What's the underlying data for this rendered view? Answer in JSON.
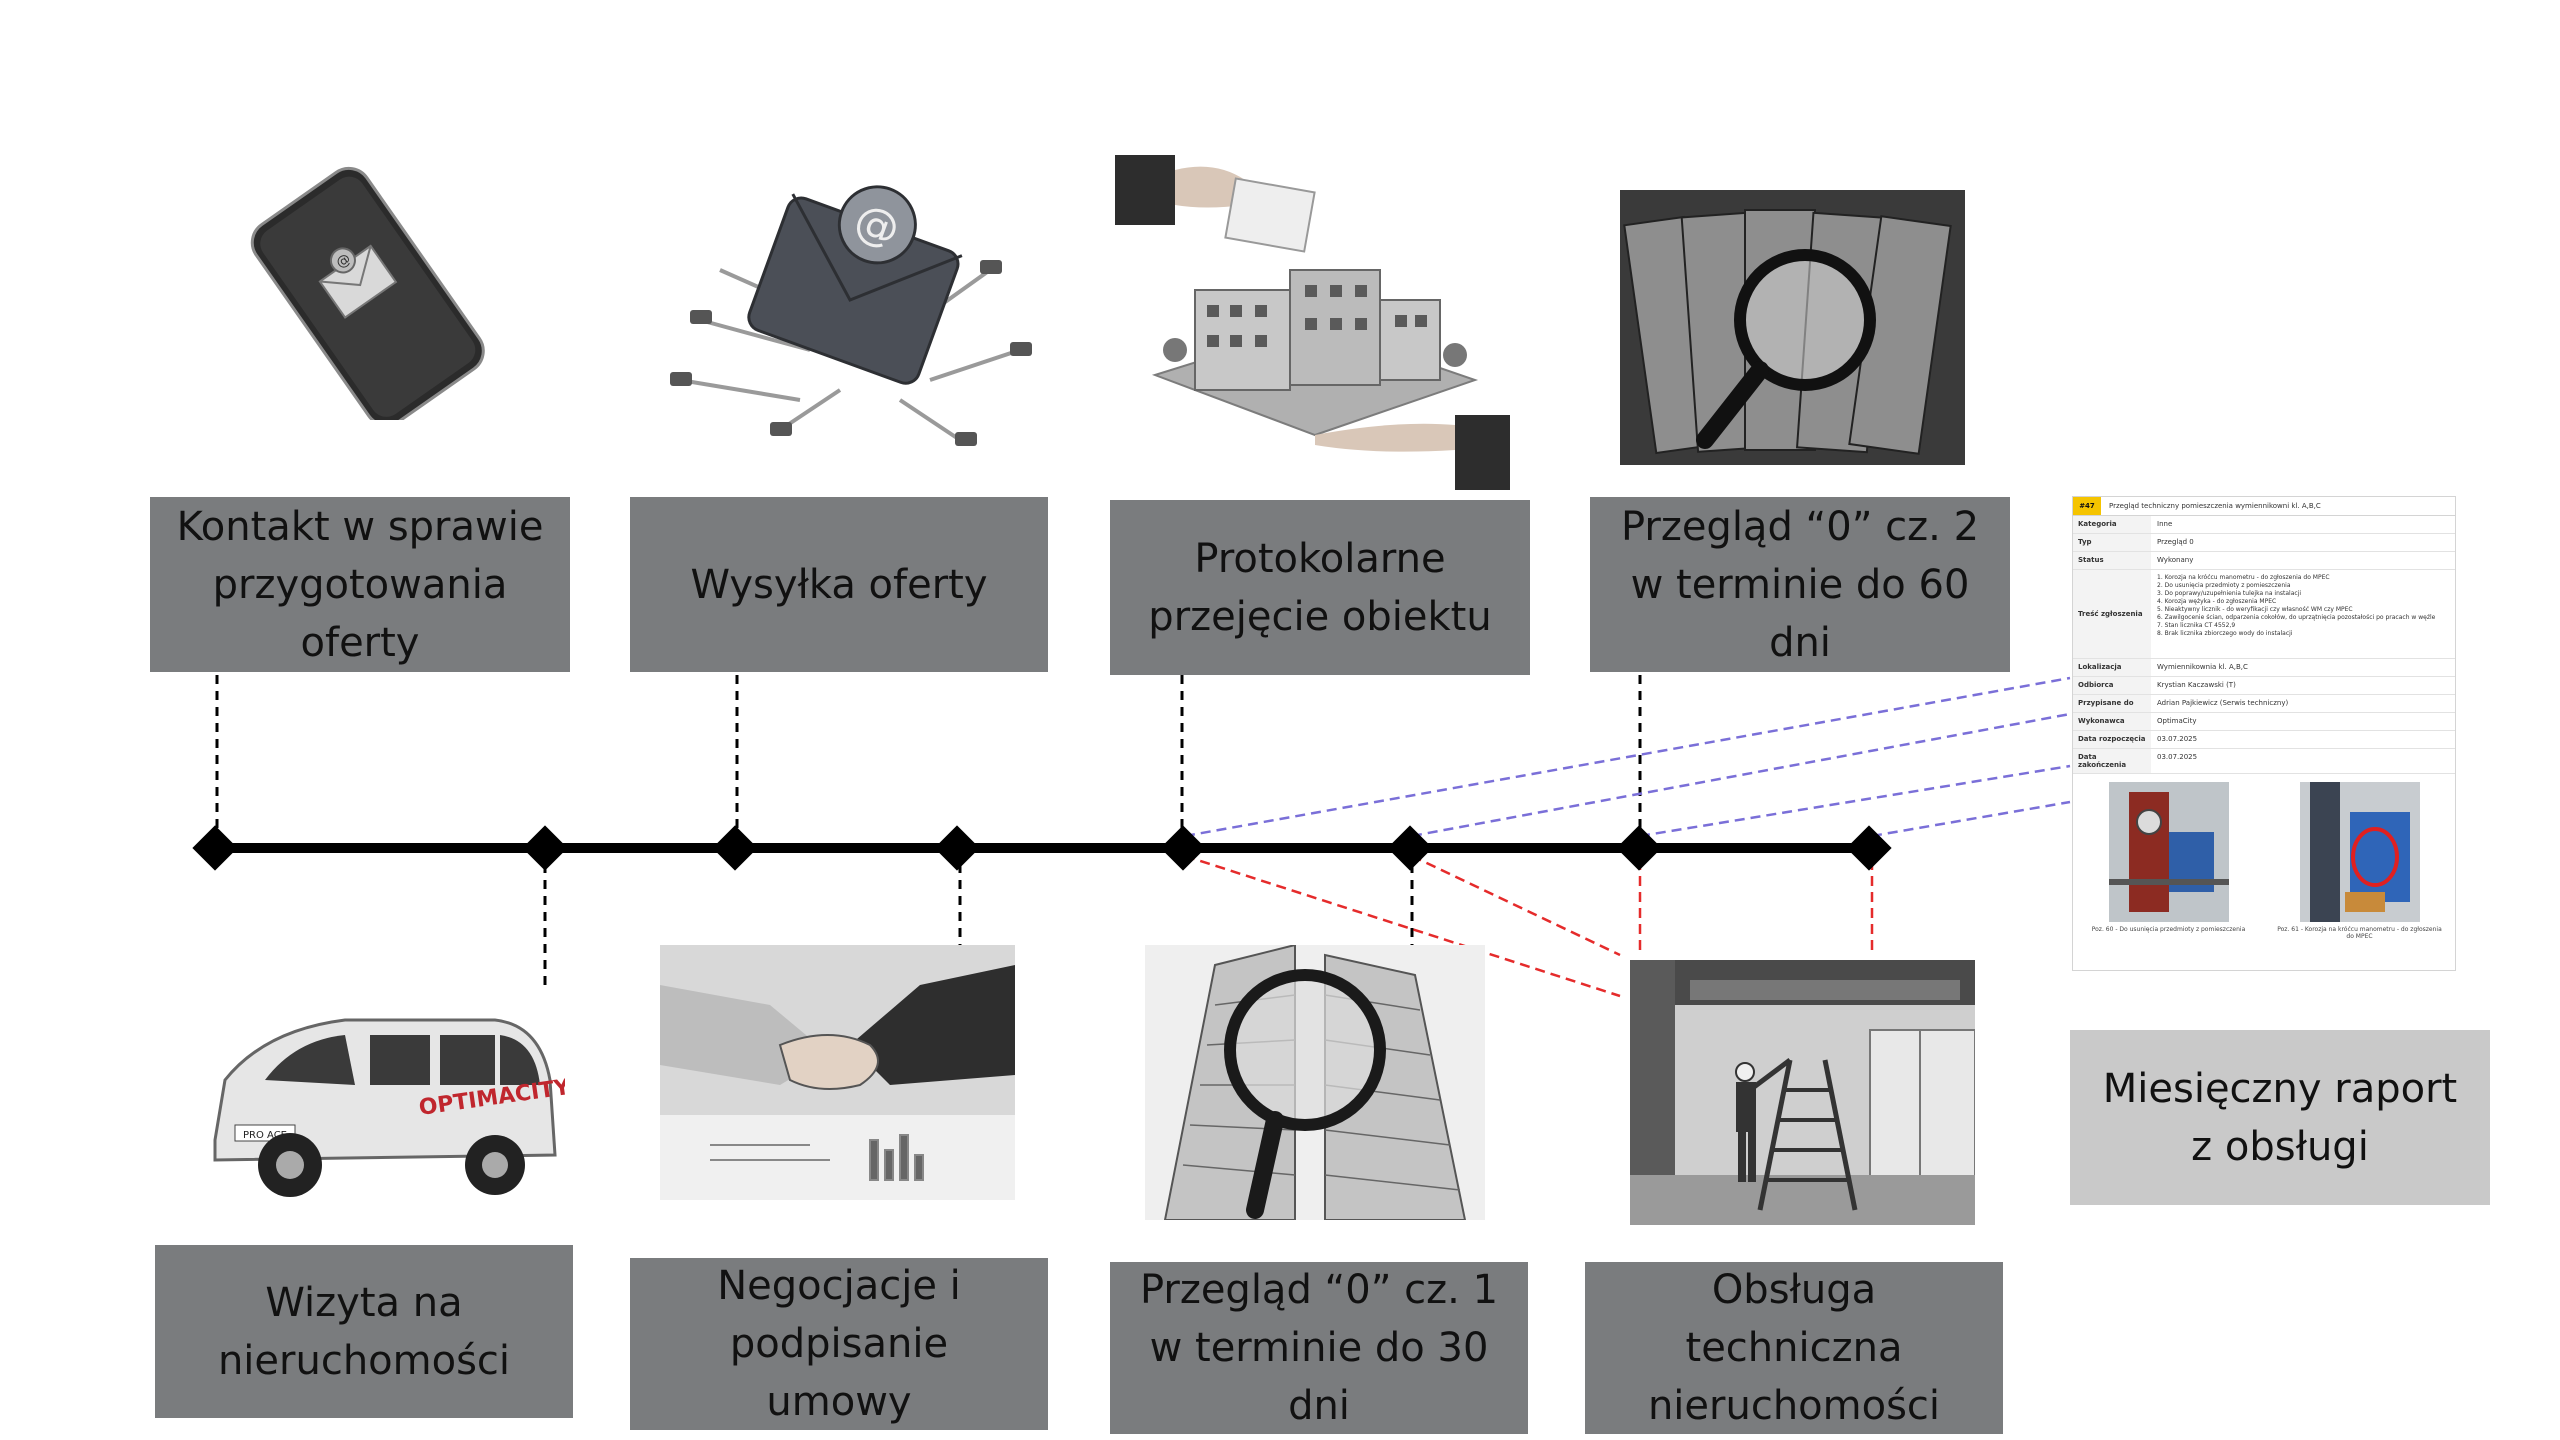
{
  "steps": {
    "kontakt": "Kontakt w sprawie\nprzygotowania\noferty",
    "wysylka": "Wysyłka oferty",
    "protokolarne": "Protokolarne\nprzejęcie obiektu",
    "przeglad2": "Przegląd “0” cz. 2\nw terminie do 60\ndni",
    "wizyta": "Wizyta na\nnieruchomości",
    "negocjacje": "Negocjacje i\npodpisanie\numowy",
    "przeglad1": "Przegląd “0” cz. 1\nw terminie do 30\ndni",
    "obsluga": "Obsługa\ntechniczna\nnieruchomości",
    "raport": "Miesięczny raport\nz obsługi"
  },
  "van": {
    "brand": "OPTIMACITY",
    "model": "PRO ACE"
  },
  "report": {
    "badge": "#47",
    "title": "Przegląd techniczny pomieszczenia wymiennikowni kl. A,B,C",
    "rows": [
      {
        "key": "Kategoria",
        "value": "Inne"
      },
      {
        "key": "Typ",
        "value": "Przegląd 0"
      },
      {
        "key": "Status",
        "value": "Wykonany"
      },
      {
        "key": "Treść zgłoszenia",
        "value": "1. Korozja na króćcu manometru - do zgłoszenia do MPEC\n2. Do usunięcia przedmioty z pomieszczenia\n3. Do poprawy/uzupełnienia tulejka na instalacji\n4. Korozja wężyka - do zgłoszenia MPEC\n5. Nieaktywny licznik - do weryfikacji czy własność WM czy MPEC\n6. Zawilgocenie ścian, odparzenia cokołów, do uprzątnięcia pozostałości po pracach w węźle\n7. Stan licznika CT 4552,9\n8. Brak licznika zbiorczego wody do instalacji"
      },
      {
        "key": "Lokalizacja",
        "value": "Wymiennikownia kl. A,B,C"
      },
      {
        "key": "Odbiorca",
        "value": "Krystian Kaczawski (T)"
      },
      {
        "key": "Przypisane do",
        "value": "Adrian Pajkiewicz (Serwis techniczny)"
      },
      {
        "key": "Wykonawca",
        "value": "OptimaCity"
      },
      {
        "key": "Data rozpoczęcia",
        "value": "03.07.2025"
      },
      {
        "key": "Data zakończenia",
        "value": "03.07.2025"
      }
    ],
    "captions": [
      "Poz. 60 - Do usunięcia przedmioty z pomieszczenia",
      "Poz. 61 - Korozja na króćcu manometru - do zgłoszenia do MPEC"
    ]
  },
  "colors": {
    "label_bg": "#7a7c7e",
    "label_bg_light": "#c9c9c9",
    "timeline": "#000000",
    "report_connector": "#7a6fd8",
    "service_connector": "#e52b2b"
  }
}
